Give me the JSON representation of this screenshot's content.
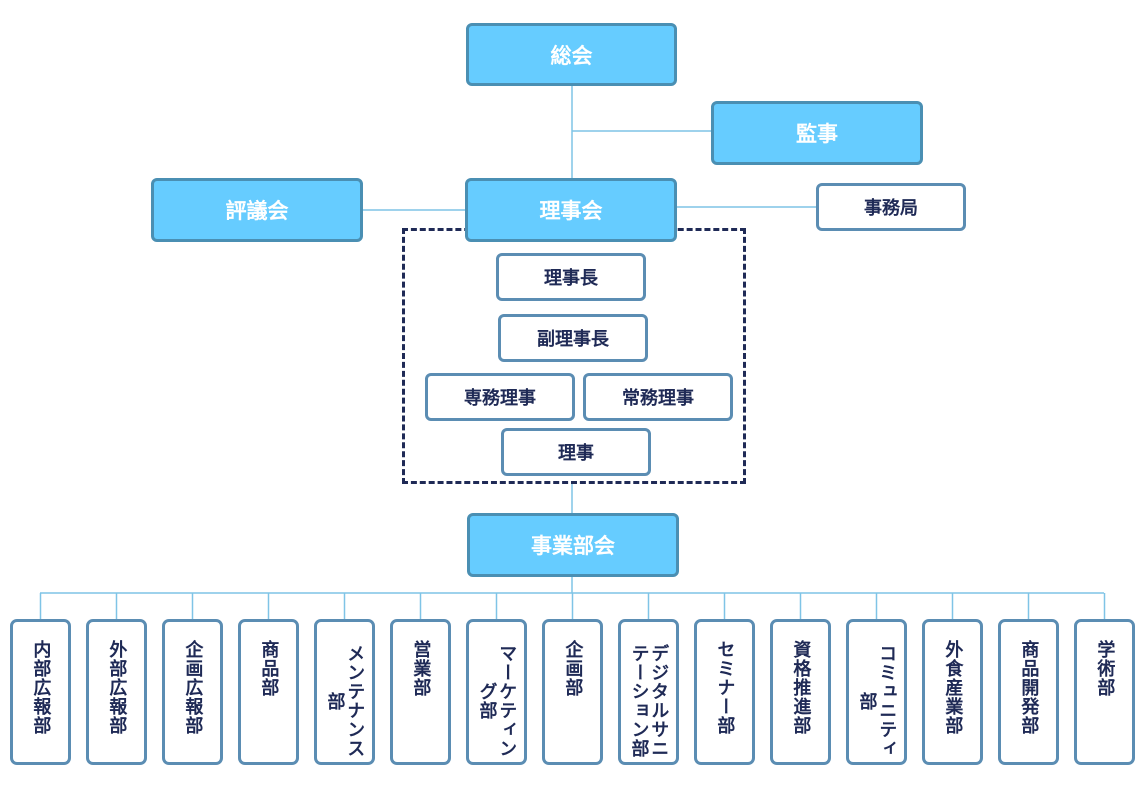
{
  "nodes": {
    "soukai": "総会",
    "kansa": "監事",
    "hyogikai": "評議会",
    "rijikai": "理事会",
    "jimukyoku": "事務局",
    "rijicho": "理事長",
    "fukurijicho": "副理事長",
    "senmu_riji": "専務理事",
    "jomu_riji": "常務理事",
    "riji": "理事",
    "jigyo_bukai": "事業部会"
  },
  "departments": [
    "内部広報部",
    "外部広報部",
    "企画広報部",
    "商品部",
    "メンテナンス部",
    "営業部",
    "マーケティング部",
    "企画部",
    "デジタルサニテーション部",
    "セミナー部",
    "資格推進部",
    "コミュニティ部",
    "外食産業部",
    "商品開発部",
    "学術部"
  ],
  "colors": {
    "main_fill": "#66ccff",
    "main_border": "#4a8fb3",
    "sub_border": "#5b8db3",
    "text_dark": "#1f2a56",
    "line": "#7fc4e6"
  }
}
